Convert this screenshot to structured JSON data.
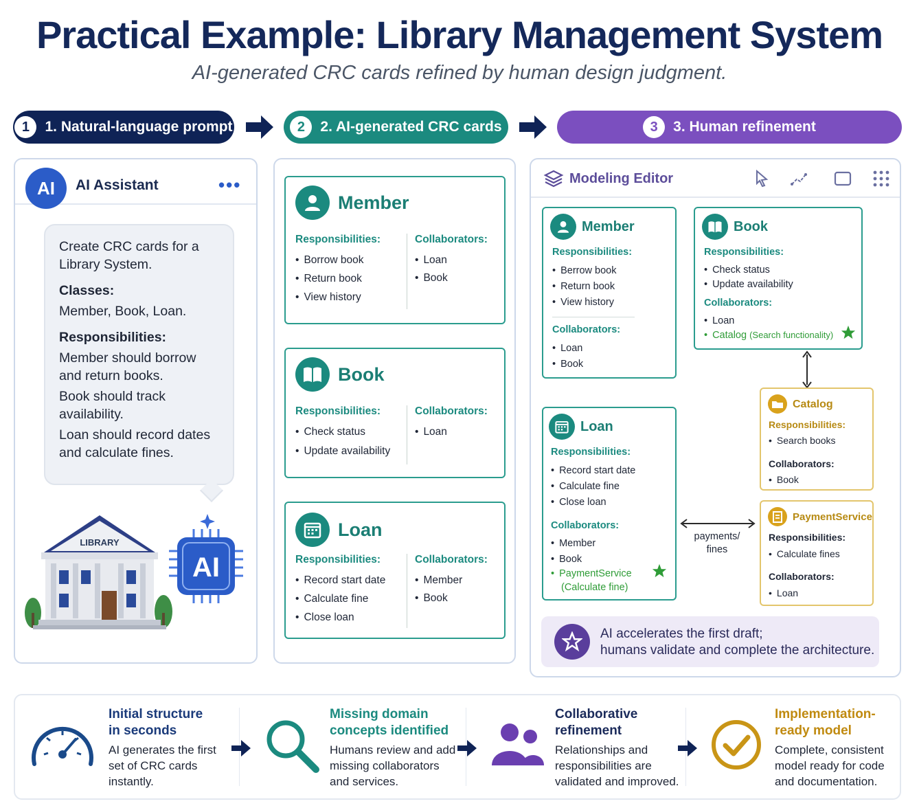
{
  "title": "Practical Example: Library Management System",
  "subtitle": "AI-generated CRC cards refined by human design judgment.",
  "steps": [
    {
      "num": "1",
      "label": "1. Natural-language prompt"
    },
    {
      "num": "2",
      "label": "2. AI-generated CRC cards"
    },
    {
      "num": "3",
      "label": "3. Human refinement"
    }
  ],
  "assistant": {
    "avatar": "AI",
    "title": "AI Assistant",
    "menu": "•••",
    "prompt_line1": "Create CRC cards for a Library System.",
    "classes_label": "Classes:",
    "classes": "Member, Book, Loan.",
    "resp_label": "Responsibilities:",
    "resp_lines": [
      "Member should borrow and return books.",
      "Book should track availability.",
      "Loan should record dates and calculate fines."
    ],
    "library_sign": "LIBRARY",
    "chip_label": "AI"
  },
  "ai_cards": [
    {
      "name": "Member",
      "icon": "user-icon",
      "resp_label": "Responsibilities:",
      "collab_label": "Collaborators:",
      "responsibilities": [
        "Borrow book",
        "Return book",
        "View history"
      ],
      "collaborators": [
        "Loan",
        "Book"
      ]
    },
    {
      "name": "Book",
      "icon": "book-icon",
      "resp_label": "Responsibilities:",
      "collab_label": "Collaborators:",
      "responsibilities": [
        "Check status",
        "Update availability"
      ],
      "collaborators": [
        "Loan"
      ]
    },
    {
      "name": "Loan",
      "icon": "calendar-icon",
      "resp_label": "Responsibilities:",
      "collab_label": "Collaborators:",
      "responsibilities": [
        "Record start date",
        "Calculate fine",
        "Close loan"
      ],
      "collaborators": [
        "Member",
        "Book"
      ]
    }
  ],
  "editor": {
    "title": "Modeling Editor",
    "member": {
      "name": "Member",
      "resp_label": "Responsibilities:",
      "collab_label": "Collaborators:",
      "responsibilities": [
        "Berrow book",
        "Return book",
        "View history"
      ],
      "collaborators": [
        "Loan",
        "Book"
      ]
    },
    "book": {
      "name": "Book",
      "resp_label": "Responsibilities:",
      "collab_label": "Collaborators:",
      "responsibilities": [
        "Check status",
        "Update availability"
      ],
      "collaborators": [
        "Loan"
      ],
      "added": "Catalog",
      "added_note": "(Search functionality)"
    },
    "loan": {
      "name": "Loan",
      "resp_label": "Responsibilities:",
      "collab_label": "Collaborators:",
      "responsibilities": [
        "Record start date",
        "Calculate fine",
        "Close loan"
      ],
      "collaborators": [
        "Member",
        "Book"
      ],
      "added": "PaymentService",
      "added_note": "(Calculate fine)"
    },
    "catalog": {
      "name": "Catalog",
      "resp_label": "Responsibilities:",
      "collab_label": "Collaborators:",
      "responsibilities": [
        "Search books"
      ],
      "collaborators": [
        "Book"
      ]
    },
    "payment": {
      "name": "PaymentService",
      "resp_label": "Responsibilities:",
      "collab_label": "Collaborators:",
      "responsibilities": [
        "Calculate fines"
      ],
      "collaborators": [
        "Loan"
      ]
    },
    "link_label_1": "payments/",
    "link_label_2": "fines",
    "note_line1": "AI accelerates the first draft;",
    "note_line2": "humans validate and complete the architecture."
  },
  "benefits": [
    {
      "title1": "Initial structure",
      "title2": "in seconds",
      "desc": [
        "AI generates the first",
        "set of CRC cards",
        "instantly."
      ],
      "color": "#1a3a7a",
      "icon": "speedometer-icon"
    },
    {
      "title1": "Missing domain",
      "title2": "concepts identified",
      "desc": [
        "Humans review and add",
        "missing collaborators",
        "and services."
      ],
      "color": "#1b8a7f",
      "icon": "magnifier-icon"
    },
    {
      "title1": "Collaborative",
      "title2": "refinement",
      "desc": [
        "Relationships and",
        "responsibilities are",
        "validated and improved."
      ],
      "color": "#1a2a5a",
      "icon": "people-icon"
    },
    {
      "title1": "Implementation-",
      "title2": "ready model",
      "desc": [
        "Complete, consistent",
        "model ready for code",
        "and documentation."
      ],
      "color": "#c08a10",
      "icon": "check-circle-icon"
    }
  ],
  "colors": {
    "navy": "#0f2356",
    "teal": "#1b8a7f",
    "purple": "#7b4fbf",
    "gold": "#c08a10",
    "green": "#2f9c37"
  }
}
